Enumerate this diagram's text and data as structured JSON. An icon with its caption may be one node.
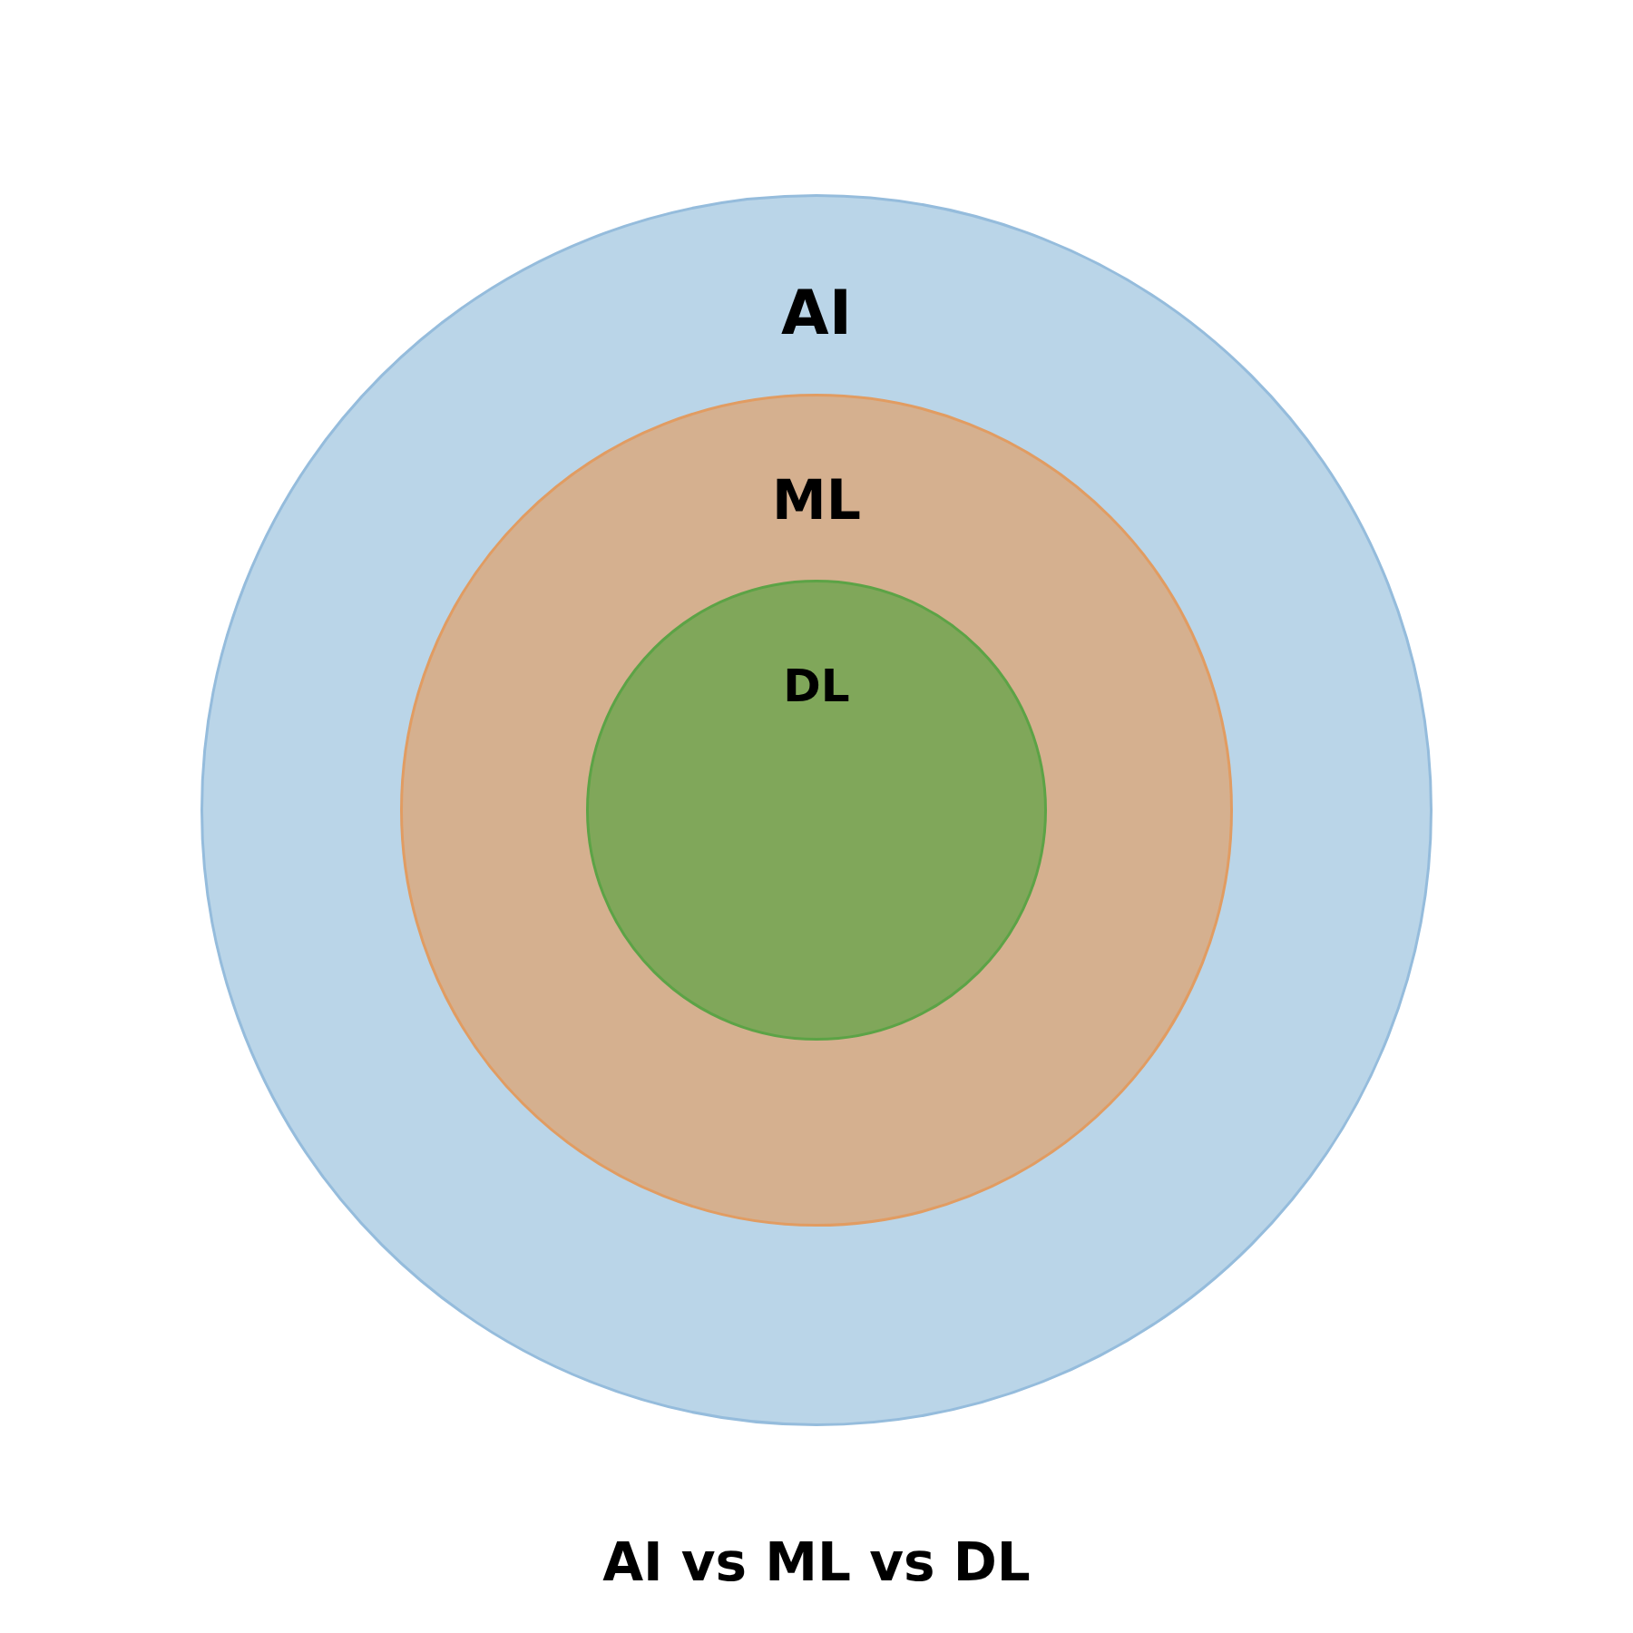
{
  "diagram": {
    "caption": "AI vs ML vs DL",
    "nodes": [
      {
        "text": [
          "AI"
        ]
      },
      {
        "text": [
          "ML"
        ],
        "in": 0
      },
      {
        "text": [
          "DL"
        ],
        "in": 1
      }
    ]
  }
}
